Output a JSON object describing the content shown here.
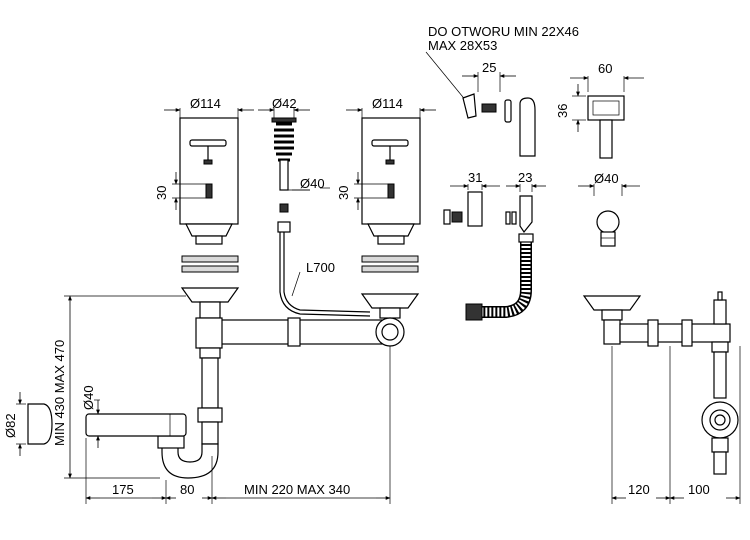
{
  "labels": {
    "note_line1": "DO OTWORU MIN 22X46",
    "note_line2": "MAX 28X53",
    "dim_25": "25",
    "dim_60": "60",
    "dim_36": "36",
    "dim_d114_left": "Ø114",
    "dim_d42": "Ø42",
    "dim_d114_right": "Ø114",
    "dim_30_left": "30",
    "dim_d40_top": "Ø40",
    "dim_30_right": "30",
    "dim_31": "31",
    "dim_23": "23",
    "dim_d40_side": "Ø40",
    "dim_L700": "L700",
    "dim_min_max_height": "MIN 430 MAX 470",
    "dim_d40_trap": "Ø40",
    "dim_d82": "Ø82",
    "dim_175": "175",
    "dim_80": "80",
    "dim_min_max_width": "MIN 220 MAX 340",
    "dim_120": "120",
    "dim_100": "100"
  }
}
